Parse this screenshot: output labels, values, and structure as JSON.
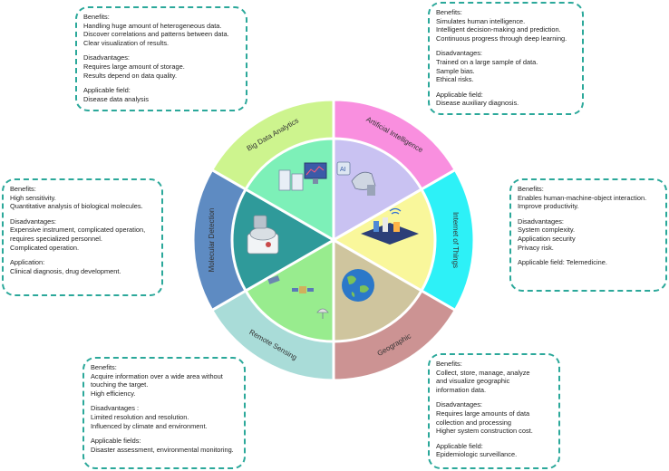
{
  "segments": [
    {
      "label": "Big Data Analytics",
      "color": "#cdf48e"
    },
    {
      "label": "Artificial Intelligence",
      "color": "#f98fdf"
    },
    {
      "label": "Internet of Things",
      "color": "#2df1f7"
    },
    {
      "label": "Geographic",
      "color": "#cc9393"
    },
    {
      "label": "Remote Sensing",
      "color": "#a9dcd8"
    },
    {
      "label": "Molecular Detection",
      "color": "#5e8bc2"
    }
  ],
  "inner_colors": {
    "big_data": "#7df0b8",
    "ai": "#c9c2f2",
    "iot": "#f9f79b",
    "geographic": "#cfc59e",
    "remote_sensing": "#98ec8e",
    "molecular": "#2f9a9a"
  },
  "accent": "#2ba89a",
  "boxes": {
    "big_data": {
      "benefits_title": "Benefits:",
      "benefits": [
        "Handling huge amount of heterogeneous data.",
        "Discover correlations and patterns between data.",
        "Clear visualization of results."
      ],
      "disadvantages_title": "Disadvantages:",
      "disadvantages": [
        "Requires large amount of storage.",
        "Results depend on data quality."
      ],
      "field_title": "Applicable field:",
      "field": [
        "Disease data analysis"
      ]
    },
    "ai": {
      "benefits_title": "Benefits:",
      "benefits": [
        "Simulates human intelligence.",
        "Intelligent decision-making and prediction.",
        "Continuous progress through deep learning."
      ],
      "disadvantages_title": "Disadvantages:",
      "disadvantages": [
        "Trained on a large sample of data.",
        "Sample bias.",
        "Ethical risks."
      ],
      "field_title": "Applicable field:",
      "field": [
        " Disease auxiliary diagnosis."
      ]
    },
    "molecular": {
      "benefits_title": "Benefits:",
      "benefits": [
        "High sensitivity.",
        "Quantitative analysis of biological molecules."
      ],
      "disadvantages_title": "Disadvantages:",
      "disadvantages": [
        "Expensive instrument, complicated operation,",
        "requires specialized personnel.",
        "Complicated operation."
      ],
      "field_title": "Application:",
      "field": [
        "Clinical diagnosis, drug development."
      ]
    },
    "iot": {
      "benefits_title": "Benefits:",
      "benefits": [
        "Enables human-machine-object interaction.",
        "Improve productivity."
      ],
      "disadvantages_title": "Disadvantages:",
      "disadvantages": [
        "System complexity.",
        "Application security",
        "Privacy risk."
      ],
      "field_title": "Applicable field: Telemedicine.",
      "field": []
    },
    "remote_sensing": {
      "benefits_title": "Benefits:",
      "benefits": [
        "Acquire information over a wide area without",
        "touching the target.",
        "High efficiency."
      ],
      "disadvantages_title": "Disadvantages :",
      "disadvantages": [
        "Limited resolution and resolution.",
        "Influenced by climate and environment."
      ],
      "field_title": "Applicable fields:",
      "field": [
        "Disaster assessment, environmental monitoring."
      ]
    },
    "geographic": {
      "benefits_title": "Benefits:",
      "benefits": [
        "Collect, store, manage, analyze",
        "and visualize geographic",
        "information data."
      ],
      "disadvantages_title": "Disadvantages:",
      "disadvantages": [
        "Requires large amounts of data",
        "collection and processing",
        "Higher system construction cost."
      ],
      "field_title": "Applicable field:",
      "field": [
        "Epidemiologic surveillance."
      ]
    }
  }
}
